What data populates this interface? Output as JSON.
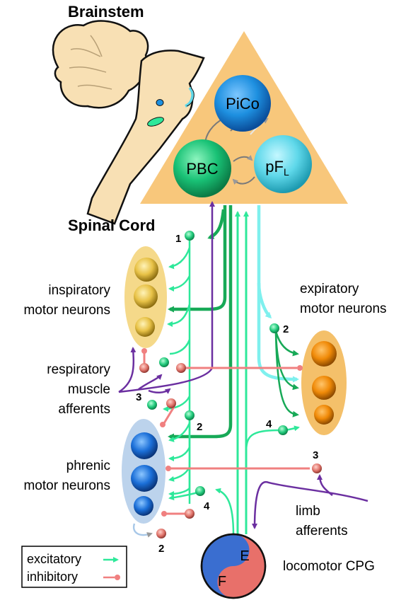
{
  "headings": {
    "brainstem": "Brainstem",
    "spinal_cord": "Spinal Cord"
  },
  "nuclei": {
    "pico": "PiCo",
    "pbc": "PBC",
    "pfl_main": "pF",
    "pfl_sub": "L"
  },
  "labels": {
    "inspiratory_1": "inspiratory",
    "inspiratory_2": "motor neurons",
    "expiratory_1": "expiratory",
    "expiratory_2": "motor neurons",
    "respiratory_1": "respiratory",
    "respiratory_2": "muscle",
    "respiratory_3": "afferents",
    "phrenic_1": "phrenic",
    "phrenic_2": "motor neurons",
    "limb_1": "limb",
    "limb_2": "afferents",
    "cpg": "locomotor CPG",
    "cpg_e": "E",
    "cpg_f": "F"
  },
  "numbers": {
    "n1": "1",
    "n2a": "2",
    "n2b": "2",
    "n2c": "2",
    "n3a": "3",
    "n3b": "3",
    "n4a": "4",
    "n4b": "4"
  },
  "legend": {
    "excitatory": "excitatory",
    "inhibitory": "inhibitory"
  },
  "colors": {
    "excitatory": "#2ee89a",
    "excitatory_dark": "#17a957",
    "expiratory_path": "#7ff0ee",
    "inhibitory": "#f08080",
    "afferent": "#6b2fa0",
    "triangle": "#f8c77b",
    "brainstem_fill": "#f8e0b4",
    "pico": "#1e90e0",
    "pbc": "#19c276",
    "pfl": "#5fd8ea",
    "insp_pool": "#f5d98a",
    "exp_pool": "#f4c06a",
    "phrenic_pool": "#bcd3ec",
    "cpg_e": "#e8706a",
    "cpg_f": "#3a6ed0"
  }
}
